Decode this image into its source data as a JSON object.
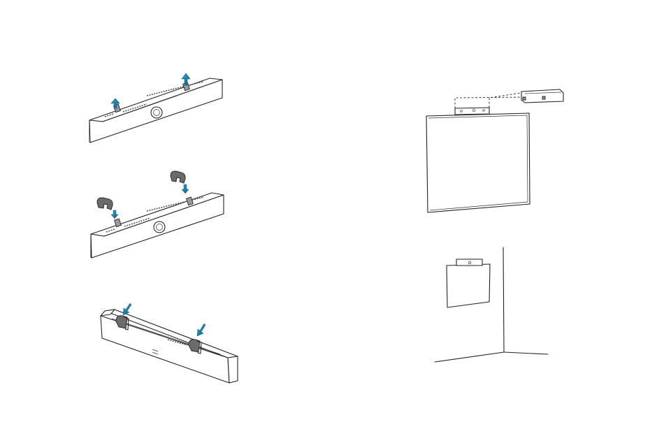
{
  "figure": {
    "panels": [
      {
        "id": "step-1",
        "description_visible_text": ""
      },
      {
        "id": "step-2",
        "description_visible_text": ""
      },
      {
        "id": "step-3",
        "description_visible_text": ""
      },
      {
        "id": "mount-above-display",
        "description_visible_text": ""
      },
      {
        "id": "mount-room-wall",
        "description_visible_text": ""
      }
    ]
  },
  "colors": {
    "arrow": "#1f8fb8",
    "arrow_dark": "#0e5f80",
    "line": "#222222",
    "clip": "#6b6b6b"
  }
}
